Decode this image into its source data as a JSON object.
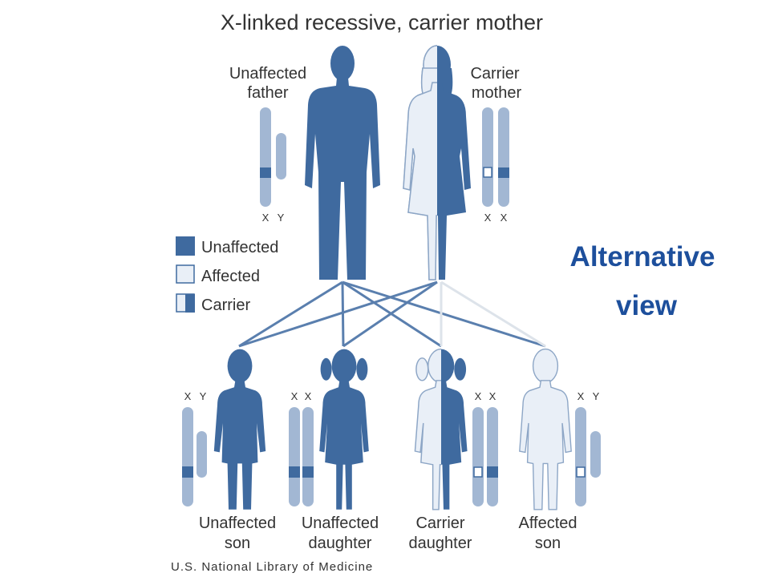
{
  "title": "X-linked recessive, carrier mother",
  "parents": {
    "father": {
      "line1": "Unaffected",
      "line2": "father",
      "chrom_labels": [
        "X",
        "Y"
      ]
    },
    "mother": {
      "line1": "Carrier",
      "line2": "mother",
      "chrom_labels": [
        "X",
        "X"
      ]
    }
  },
  "legend": [
    {
      "label": "Unaffected"
    },
    {
      "label": "Affected"
    },
    {
      "label": "Carrier"
    }
  ],
  "children": [
    {
      "line1": "Unaffected",
      "line2": "son",
      "chrom_labels": [
        "X",
        "Y"
      ]
    },
    {
      "line1": "Unaffected",
      "line2": "daughter",
      "chrom_labels": [
        "X",
        "X"
      ]
    },
    {
      "line1": "Carrier",
      "line2": "daughter",
      "chrom_labels": [
        "X",
        "X"
      ]
    },
    {
      "line1": "Affected",
      "line2": "son",
      "chrom_labels": [
        "X",
        "Y"
      ]
    }
  ],
  "credit": "U.S. National Library of Medicine",
  "side_note": {
    "line1": "Alternative",
    "line2": "view"
  },
  "colors": {
    "dark": "#3f6a9f",
    "light": "#e9eff7",
    "chromosome": "#a2b7d3",
    "accent": "#1d4f9c"
  }
}
